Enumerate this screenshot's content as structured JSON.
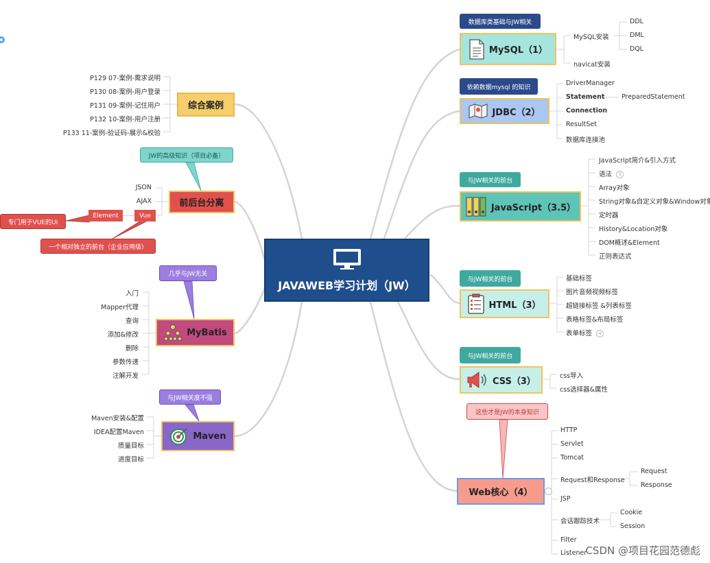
{
  "central": {
    "title": "JAVAWEB学习计划（JW）",
    "icon": "monitor-icon"
  },
  "branches": {
    "mysql": {
      "title": "MySQL（1）",
      "callout": "数据库类基础与JW相关",
      "icon": "document-icon",
      "items": [
        "MySQL安装",
        "navicat安装"
      ],
      "sub": [
        "DDL",
        "DML",
        "DQL"
      ]
    },
    "jdbc": {
      "title": "JDBC（2）",
      "callout": "依赖数据mysql 的知识",
      "icon": "map-icon",
      "items": [
        "DriverManager",
        "Statement",
        "Connection",
        "ResultSet",
        "数据库连接池"
      ],
      "sub": [
        "PreparedStatement"
      ]
    },
    "js": {
      "title": "JavaScript（3.5）",
      "callout": "与JW相关的前台",
      "icon": "binders-icon",
      "items": [
        "JavaScript简介&引入方式",
        "语法",
        "Array对象",
        "String对象&自定义对象&Window对象",
        "定时器",
        "History&Location对象",
        "DOM概述&Element",
        "正则表达式"
      ],
      "badge": "3"
    },
    "html": {
      "title": "HTML（3）",
      "callout": "与JW相关的前台",
      "icon": "checklist-icon",
      "items": [
        "基础标签",
        "图片音频视频标签",
        "超链接标签 &列表标签",
        "表格标签&布局标签",
        "表单标签"
      ],
      "badge": "4"
    },
    "css": {
      "title": "CSS（3）",
      "callout": "与JW相关的前台",
      "icon": "megaphone-icon",
      "items": [
        "css导入",
        "css选择器&属性"
      ]
    },
    "web": {
      "title": "Web核心（4）",
      "callout": "这些才是JW的本身知识",
      "items": [
        "HTTP",
        "Servlet",
        "Tomcat",
        "Request和Response",
        "JSP",
        "会话跟踪技术",
        "Filter",
        "Listener"
      ],
      "req_sub": [
        "Request",
        "Response"
      ],
      "session_sub": [
        "Cookie",
        "Session"
      ]
    },
    "cases": {
      "title": "综合案例",
      "items": [
        "P129 07-案例-需求说明",
        "P130 08-案例-用户登录",
        "P131 09-案例-记住用户",
        "P132 10-案例-用户注册",
        "P133 11-案例-验证码-展示&校验"
      ]
    },
    "sep": {
      "title": "前后台分离",
      "callout": "JW的高级知识（项目必备）",
      "items": [
        "JSON",
        "AJAX",
        "Vue"
      ],
      "element": "Element",
      "note_element": "专门用于VUE的UI",
      "note_vue": "一个相对独立的前台（企业应用级）"
    },
    "mybatis": {
      "title": "MyBatis",
      "callout": "几乎与JW无关",
      "icon": "hierarchy-icon",
      "items": [
        "入门",
        "Mapper代理",
        "查询",
        "添加&修改",
        "删除",
        "参数传递",
        "注解开发"
      ]
    },
    "maven": {
      "title": "Maven",
      "callout": "与JW相关度不强",
      "icon": "target-icon",
      "items": [
        "Maven安装&配置",
        "IDEA配置Maven",
        "质量目标",
        "进度目标"
      ]
    }
  },
  "colors": {
    "central": "#1f4e8c",
    "teal": "#7fd4cc",
    "tealCallout": "#3fa99f",
    "navy": "#2c4a8a",
    "red": "#e0514e",
    "purple": "#8a66c9",
    "pink": "#c24a7e",
    "salmon": "#f79c8c",
    "gold": "#f6cf6c",
    "line": "#cfcfcf"
  },
  "watermark": "CSDN @项目花园范德彪"
}
